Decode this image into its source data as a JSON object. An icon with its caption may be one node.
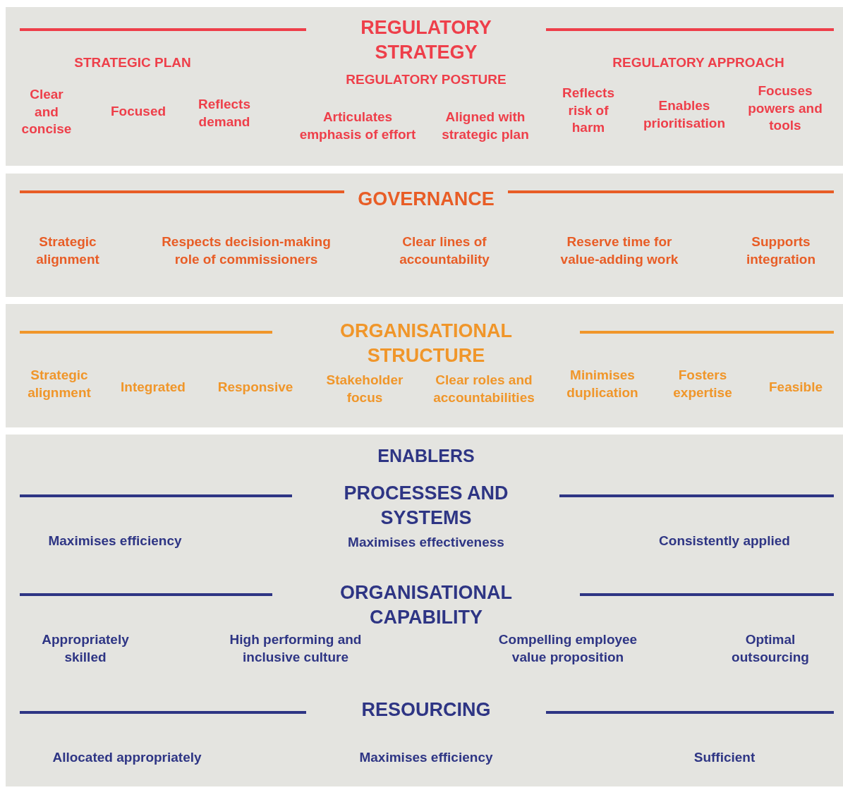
{
  "diagram": {
    "nodes": [
      {
        "text": [
          "REGULATORY STRATEGY",
          "STRATEGIC PLAN",
          "Clear and concise",
          "Focused",
          "Reflects demand",
          "REGULATORY POSTURE",
          "Articulates emphasis of effort",
          "Aligned with strategic plan",
          "REGULATORY APPROACH",
          "Reflects risk of harm",
          "Enables prioritisation",
          "Focuses powers and tools"
        ]
      },
      {
        "text": [
          "GOVERNANCE",
          "Strategic alignment",
          "Respects decision-making role of commissioners",
          "Clear lines of accountability",
          "Reserve time for value-adding work",
          "Supports integration"
        ]
      },
      {
        "text": [
          "ORGANISATIONAL STRUCTURE",
          "Strategic alignment",
          "Integrated",
          "Responsive",
          "Stakeholder focus",
          "Clear roles and accountabilities",
          "Minimises duplication",
          "Fosters expertise",
          "Feasible"
        ]
      },
      {
        "text": [
          "ENABLERS",
          "PROCESSES AND SYSTEMS",
          "Maximises efficiency",
          "Maximises effectiveness",
          "Consistently applied",
          "ORGANISATIONAL CAPABILITY",
          "Appropriately skilled",
          "High performing and inclusive culture",
          "Compelling employee value proposition",
          "Optimal outsourcing",
          "RESOURCING",
          "Allocated appropriately",
          "Maximises efficiency",
          "Sufficient"
        ]
      }
    ]
  }
}
